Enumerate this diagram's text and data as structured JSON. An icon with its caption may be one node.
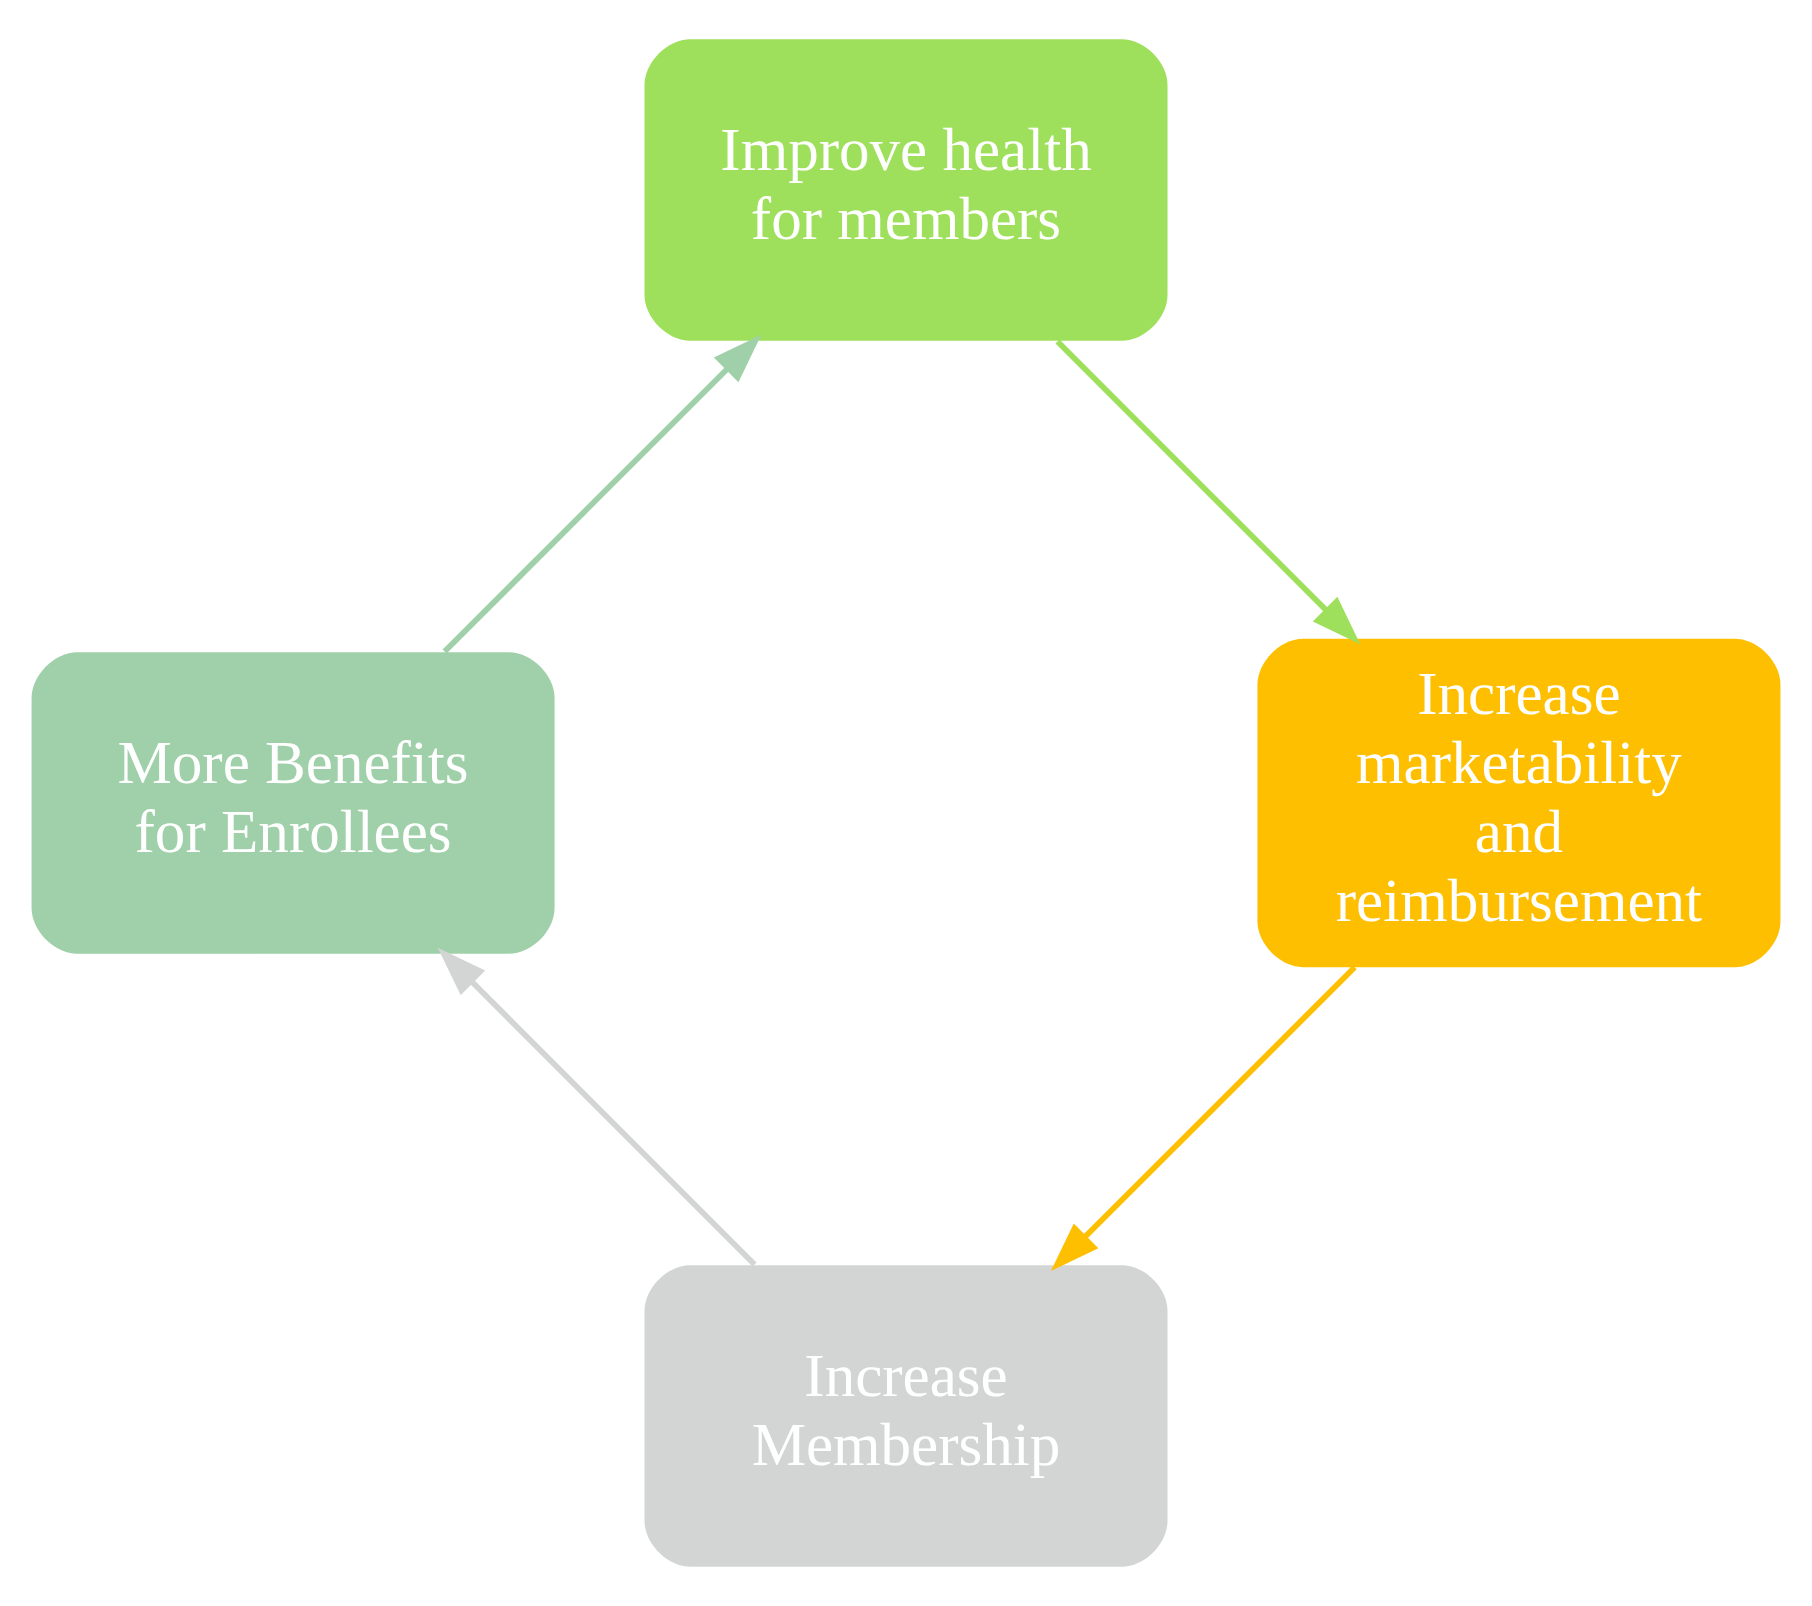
{
  "diagram": {
    "nodes": [
      {
        "text": [
          "Increase Membership"
        ]
      },
      {
        "text": [
          "More Benefits for Enrollees"
        ]
      },
      {
        "text": [
          "Improve health for members"
        ]
      },
      {
        "text": [
          "Increase marketability and reimbursement"
        ]
      }
    ],
    "edges": [
      {
        "from": 0,
        "to": 1,
        "arrow": "to",
        "color": "#d3d5d4"
      },
      {
        "from": 1,
        "to": 2,
        "arrow": "to",
        "color": "#9fd0a9"
      },
      {
        "from": 2,
        "to": 3,
        "arrow": "to",
        "color": "#9ee05b"
      },
      {
        "from": 3,
        "to": 0,
        "arrow": "to",
        "color": "#fdbf00"
      }
    ]
  }
}
